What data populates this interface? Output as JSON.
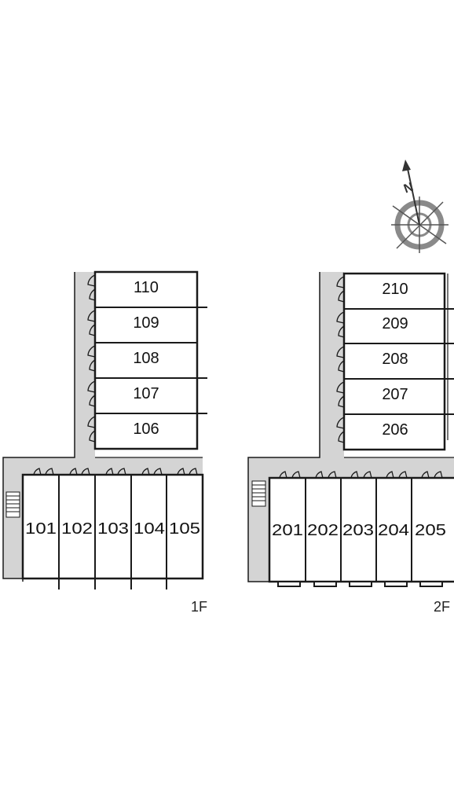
{
  "compass": {
    "north_label": "N"
  },
  "floor1": {
    "label": "1F",
    "upper_rooms": [
      "110",
      "109",
      "108",
      "107",
      "106"
    ],
    "lower_rooms": [
      "101",
      "102",
      "103",
      "104",
      "105"
    ]
  },
  "floor2": {
    "label": "2F",
    "upper_rooms": [
      "210",
      "209",
      "208",
      "207",
      "206"
    ],
    "lower_rooms": [
      "201",
      "202",
      "203",
      "204",
      "205"
    ]
  },
  "colors": {
    "corridor": "#d4d4d4",
    "line": "#1a1a1a",
    "compass": "#8a8a8a"
  }
}
